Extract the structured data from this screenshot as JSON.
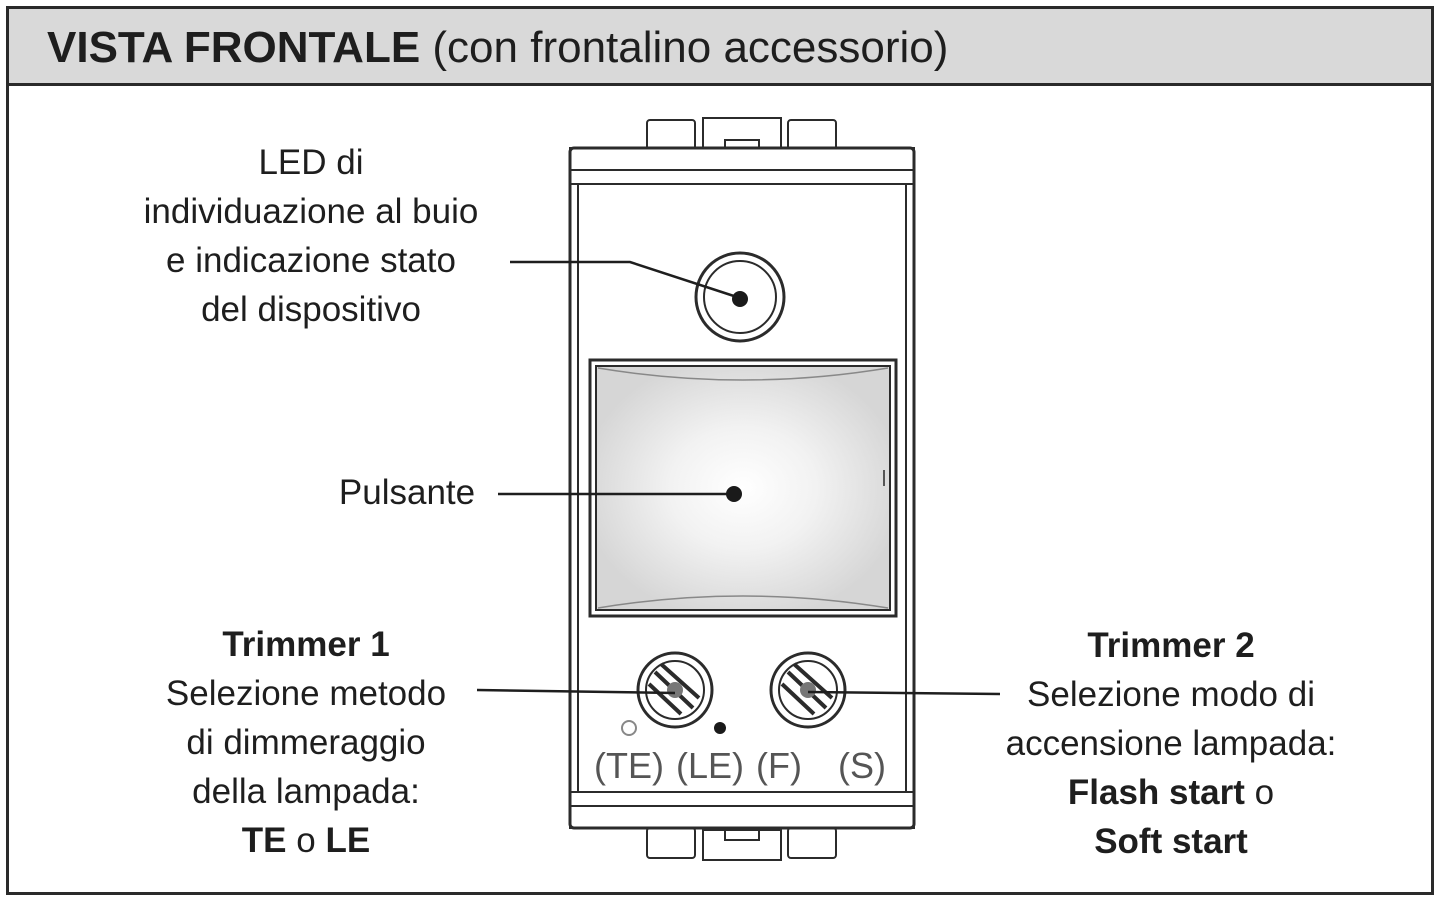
{
  "header": {
    "title_bold": "VISTA FRONTALE",
    "title_rest": "(con frontalino accessorio)"
  },
  "callouts": {
    "led": {
      "lines": [
        "LED di",
        "individuazione al buio",
        "e indicazione stato",
        "del dispositivo"
      ]
    },
    "button": {
      "label": "Pulsante"
    },
    "trimmer1": {
      "title": "Trimmer 1",
      "lines": [
        "Selezione metodo",
        "di dimmeraggio",
        "della lampada:"
      ],
      "opt_a": "TE",
      "sep": "o",
      "opt_b": "LE"
    },
    "trimmer2": {
      "title": "Trimmer 2",
      "lines": [
        "Selezione modo di",
        "accensione lampada:"
      ],
      "opt_a": "Flash start",
      "sep": "o",
      "opt_b": "Soft start"
    }
  },
  "device": {
    "positions": [
      "(TE)",
      "(LE)",
      "(F)",
      "(S)"
    ]
  },
  "colors": {
    "header_bg": "#d9d9d9",
    "line": "#1e1e1e",
    "device_outline": "#2b2b2b"
  }
}
